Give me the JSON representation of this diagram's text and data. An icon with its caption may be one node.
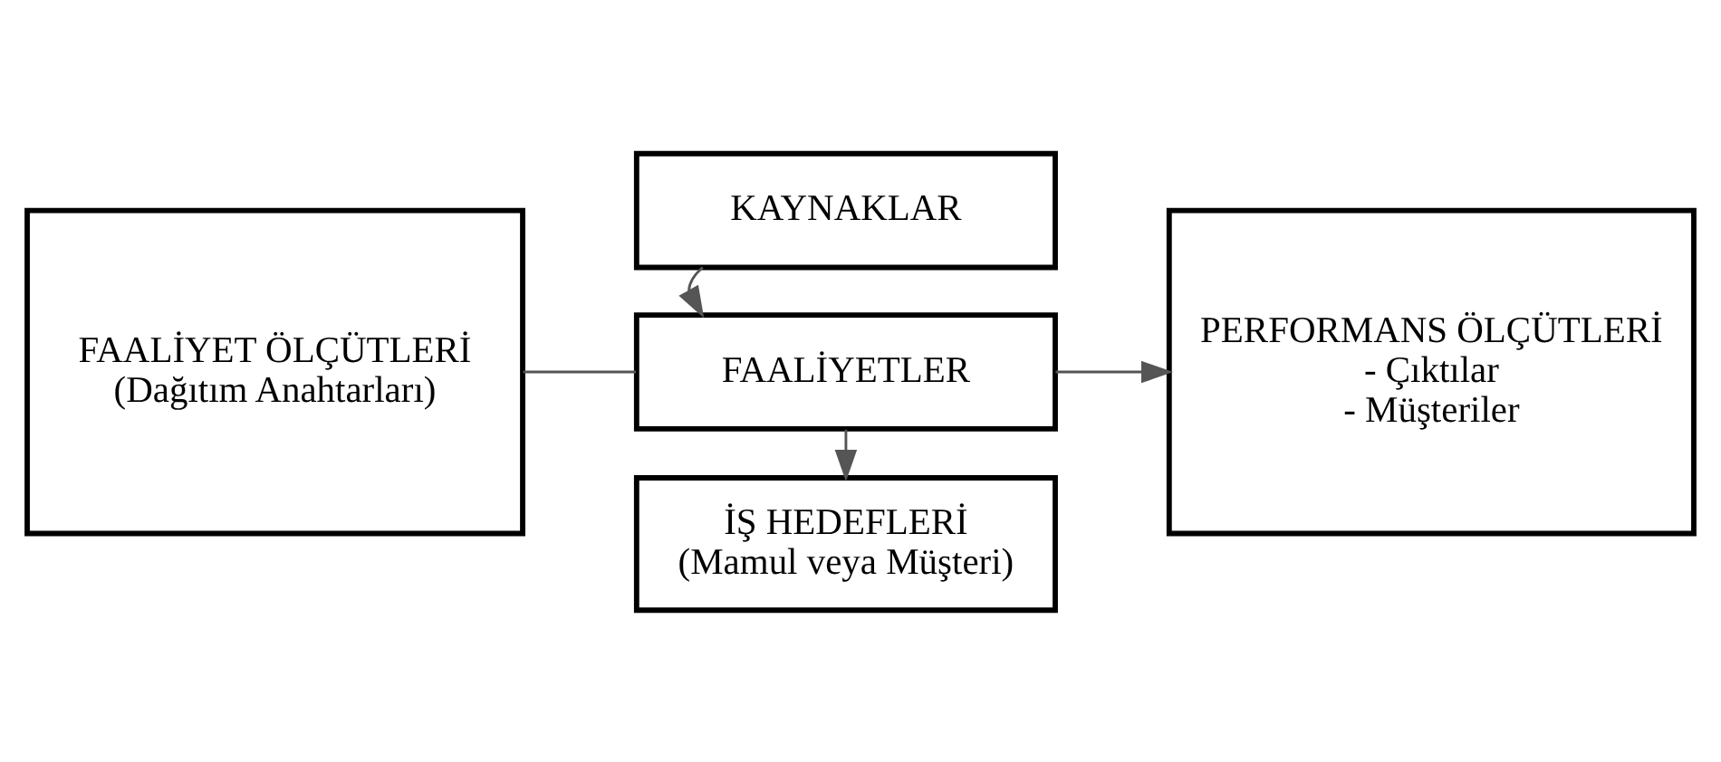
{
  "diagram": {
    "nodes": [
      {
        "text": [
          "KAYNAKLAR"
        ]
      },
      {
        "text": [
          "FAALİYET ÖLÇÜTLERİ",
          "(Dağıtım Anahtarları)"
        ]
      },
      {
        "text": [
          "FAALİYETLER"
        ]
      },
      {
        "text": [
          "PERFORMANS ÖLÇÜTLERİ",
          "- Çıktılar",
          "- Müşteriler"
        ]
      },
      {
        "text": [
          "İŞ HEDEFLERİ",
          "(Mamul veya Müşteri)"
        ]
      }
    ],
    "edges": [
      {
        "from": 1,
        "to": 2,
        "arrow": "none"
      },
      {
        "from": 0,
        "to": 2,
        "arrow": "to"
      },
      {
        "from": 2,
        "to": 3,
        "arrow": "to"
      },
      {
        "from": 2,
        "to": 4,
        "arrow": "to"
      }
    ]
  }
}
